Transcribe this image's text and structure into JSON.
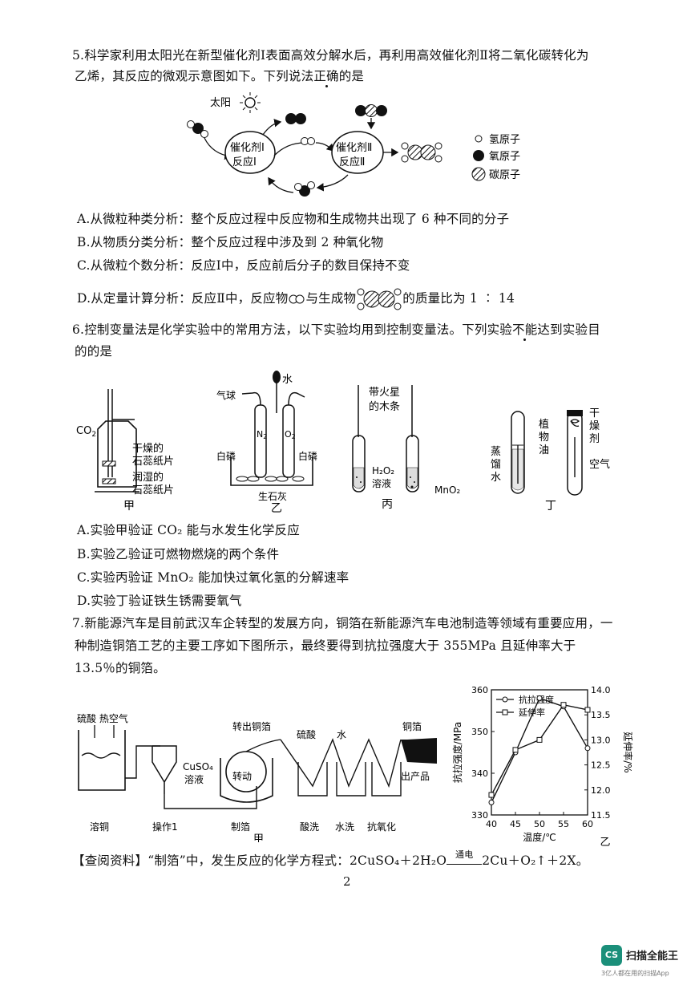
{
  "q5": {
    "line1": "5.科学家利用太阳光在新型催化剂Ⅰ表面高效分解水后，再利用高效催化剂Ⅱ将二氧化碳转化为",
    "line2_a": "乙烯，其反应的微观示意图如下。下列说法",
    "line2_emph": "正确",
    "line2_b": "的是",
    "diagram": {
      "sun": "太阳",
      "cat1_a": "催化剂Ⅰ",
      "cat1_b": "反应Ⅰ",
      "cat2_a": "催化剂Ⅱ",
      "cat2_b": "反应Ⅱ",
      "legend_h": "氢原子",
      "legend_o": "氧原子",
      "legend_c": "碳原子"
    },
    "options": {
      "A": "A.从微粒种类分析：整个反应过程中反应物和生成物共出现了 6 种不同的分子",
      "B": "B.从物质分类分析：整个反应过程中涉及到 2 种氧化物",
      "C": "C.从微粒个数分析：反应Ⅰ中，反应前后分子的数目保持不变",
      "D_a": "D.从定量计算分析：反应Ⅱ中，反应物",
      "D_b": "与生成物",
      "D_c": "的质量比为 1 ∶ 14"
    }
  },
  "q6": {
    "line1_a": "6.控制变量法是化学实验中的常用方法，以下实验均用到控制变量法。下列实验",
    "line1_emph": "不能",
    "line1_b": "达到实验目",
    "line2": "的的是",
    "labels": {
      "jia_co2": "CO",
      "jia_co2_sub": "2",
      "jia_dry1": "干燥的",
      "jia_dry2": "石蕊纸片",
      "jia_wet1": "润湿的",
      "jia_wet2": "石蕊纸片",
      "jia": "甲",
      "yi_balloon": "气球",
      "yi_water": "水",
      "yi_n2": "N",
      "yi_n2_sub": "2",
      "yi_o2": "O",
      "yi_o2_sub": "2",
      "yi_p1": "白磷",
      "yi_p2": "白磷",
      "yi_lime": "生石灰",
      "yi": "乙",
      "bing_stick1": "带火星",
      "bing_stick2": "的木条",
      "bing_h2o2_a": "H₂O₂",
      "bing_h2o2_b": "溶液",
      "bing_mno2": "MnO₂",
      "bing": "丙",
      "ding_oil1": "植",
      "ding_oil2": "物",
      "ding_oil3": "油",
      "ding_water1": "蒸",
      "ding_water2": "馏",
      "ding_water3": "水",
      "ding_dry1": "干",
      "ding_dry2": "燥",
      "ding_dry3": "剂",
      "ding_air": "空气",
      "ding": "丁"
    },
    "options": {
      "A": "A.实验甲验证 CO₂ 能与水发生化学反应",
      "B": "B.实验乙验证可燃物燃烧的两个条件",
      "C": "C.实验丙验证 MnO₂ 能加快过氧化氢的分解速率",
      "D": "D.实验丁验证铁生锈需要氧气"
    }
  },
  "q7": {
    "line1": "7.新能源汽车是目前武汉车企转型的发展方向，铜箔在新能源汽车电池制造等领域有重要应用，一",
    "line2": "种制造铜箔工艺的主要工序如下图所示，最终要得到抗拉强度大于 355MPa 且延伸率大于",
    "line3": "13.5％的铜箔。",
    "process": {
      "acid_air": "硫酸 热空气",
      "cuso4_a": "CuSO₄",
      "cuso4_b": "溶液",
      "turn_out": "转出铜箔",
      "rotate": "转动",
      "acid": "硫酸",
      "water": "水",
      "foil": "铜箔",
      "product": "出产品",
      "step1": "溶铜",
      "step2": "操作1",
      "step3": "制箔",
      "step4": "酸洗",
      "step5": "水洗",
      "step6": "抗氧化",
      "label": "甲"
    },
    "footer_a": "【查阅资料】“制箔”中，发生反应的化学方程式：2CuSO₄＋2H₂O",
    "footer_cond": "通电",
    "footer_b": "2Cu＋O₂↑＋2X。"
  },
  "chart_data": {
    "type": "line",
    "x": [
      40,
      45,
      50,
      55,
      60
    ],
    "series": [
      {
        "name": "抗拉强度",
        "values": [
          333,
          345,
          358,
          356,
          346
        ],
        "axis": "left",
        "marker": "circle"
      },
      {
        "name": "延伸率",
        "values": [
          11.9,
          12.8,
          13.0,
          13.7,
          13.6
        ],
        "axis": "right",
        "marker": "square"
      }
    ],
    "xlabel": "温度/℃",
    "ylabel": "抗拉强度/MPa",
    "ylabel_right": "延伸率/%",
    "xlim": [
      40,
      60
    ],
    "ylim": [
      330,
      360
    ],
    "ylim_right": [
      11.5,
      14.0
    ],
    "xticks": [
      "40",
      "45",
      "50",
      "55",
      "60"
    ],
    "yticks": [
      "330",
      "340",
      "350",
      "360"
    ],
    "yticks_right": [
      "11.5",
      "12.0",
      "12.5",
      "13.0",
      "13.5",
      "14.0"
    ],
    "legend_position": "top-left",
    "grid": false,
    "label": "乙"
  },
  "page_number": "2",
  "scanner": {
    "name": "扫描全能王",
    "logo": "CS",
    "tag": "3亿人都在用的扫描App"
  }
}
